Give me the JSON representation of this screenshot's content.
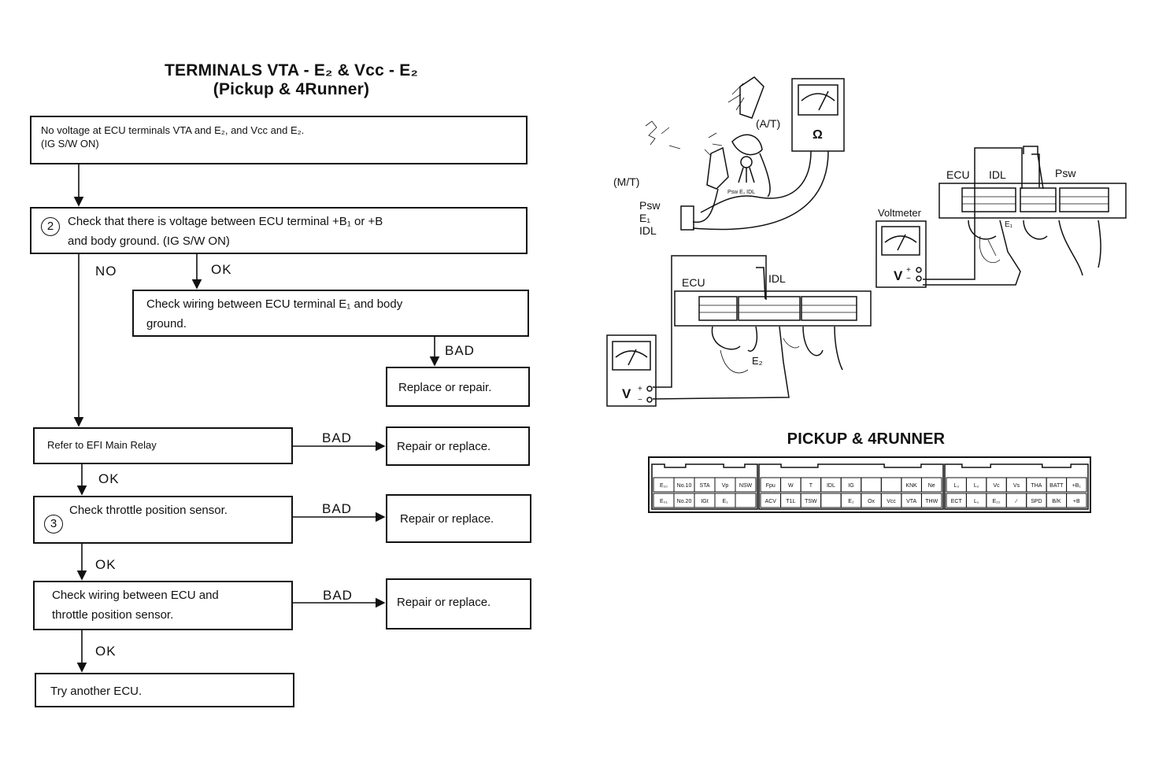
{
  "header": {
    "title_line1": "TERMINALS VTA - E₂ & Vcc - E₂",
    "title_line2": "(Pickup & 4Runner)"
  },
  "flow": {
    "start_line1": "No voltage at ECU terminals VTA and E₂, and Vcc and E₂.",
    "start_line2": "(IG S/W ON)",
    "step2_num": "2",
    "step2_line1": "Check that there is voltage between ECU terminal +B₁ or +B",
    "step2_line2": "and body ground. (IG S/W ON)",
    "no_label": "NO",
    "ok_label_1": "OK",
    "wiring_e1_line1": "Check wiring between ECU terminal E₁ and body",
    "wiring_e1_line2": "ground.",
    "bad_label_1": "BAD",
    "replace_repair": "Replace or repair.",
    "relay": "Refer to EFI Main Relay",
    "bad_label_2": "BAD",
    "repair_replace_1": "Repair or replace.",
    "ok_label_2": "OK",
    "step3_num": "3",
    "step3_text": "Check throttle position sensor.",
    "bad_label_3": "BAD",
    "repair_replace_2": "Repair or replace.",
    "ok_label_3": "OK",
    "wiring_tps_line1": "Check wiring between ECU and",
    "wiring_tps_line2": "throttle position sensor.",
    "bad_label_4": "BAD",
    "repair_replace_3": "Repair or replace.",
    "ok_label_4": "OK",
    "try_ecu": "Try another ECU."
  },
  "illustration": {
    "at_label": "(A/T)",
    "mt_label": "(M/T)",
    "ohm_symbol": "Ω",
    "psw": "Psw",
    "e1": "E₁",
    "idl": "IDL",
    "connector_small": "Psw E₁ IDL",
    "ecu": "ECU",
    "voltmeter": "Voltmeter",
    "v": "V",
    "e2": "E₂",
    "plus": "+",
    "minus": "−"
  },
  "connector_diagram": {
    "title": "PICKUP & 4RUNNER",
    "groups": [
      {
        "top": [
          "E₁₀",
          "No.10",
          "STA",
          "Vp",
          "NSW"
        ],
        "bottom": [
          "E₀₁",
          "No.20",
          "IGt",
          "E₁",
          ""
        ]
      },
      {
        "top": [
          "Fpu",
          "W",
          "T",
          "IDL",
          "IG",
          "",
          "",
          "KNK",
          "Ne"
        ],
        "bottom": [
          "ACV",
          "T1L",
          "TSW",
          "",
          "E₂",
          "Ox",
          "Vcc",
          "VTA",
          "THW"
        ]
      },
      {
        "top": [
          "L₃",
          "L₂",
          "Vc",
          "Vs",
          "THA",
          "BATT",
          "+B₁"
        ],
        "bottom": [
          "ECT",
          "L₁",
          "E₂₂",
          "∕",
          "SPD",
          "B/K",
          "+B"
        ]
      }
    ]
  }
}
